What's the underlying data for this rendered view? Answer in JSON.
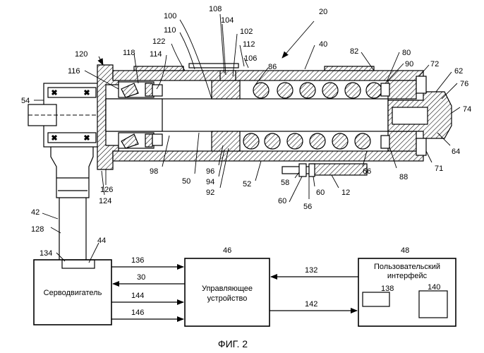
{
  "labels": {
    "l20": "20",
    "l100": "100",
    "l108": "108",
    "l104": "104",
    "l110": "110",
    "l102": "102",
    "l122": "122",
    "l112": "112",
    "l40": "40",
    "l114": "114",
    "l106": "106",
    "l120": "120",
    "l118": "118",
    "l86": "86",
    "l82": "82",
    "l80": "80",
    "l90": "90",
    "l72": "72",
    "l62": "62",
    "l76": "76",
    "l116": "116",
    "l54": "54",
    "l74": "74",
    "l98": "98",
    "l50": "50",
    "l96": "96",
    "l94": "94",
    "l92": "92",
    "l52": "52",
    "l58": "58",
    "l60a": "60",
    "l60b": "60",
    "l56": "56",
    "l12": "12",
    "l66": "66",
    "l88": "88",
    "l64": "64",
    "l71": "71",
    "l126": "126",
    "l124": "124",
    "l42": "42",
    "l128": "128",
    "l44": "44",
    "l46": "46",
    "l48": "48",
    "l134": "134",
    "l136": "136",
    "l30": "30",
    "l144": "144",
    "l146": "146",
    "l132": "132",
    "l142": "142",
    "l138": "138",
    "l140": "140"
  },
  "boxes": {
    "servo": "Серводвигатель",
    "controller_line1": "Управляющее",
    "controller_line2": "устройство",
    "ui_line1": "Пользовательский",
    "ui_line2": "интерфейс"
  },
  "caption": "ФИГ. 2"
}
